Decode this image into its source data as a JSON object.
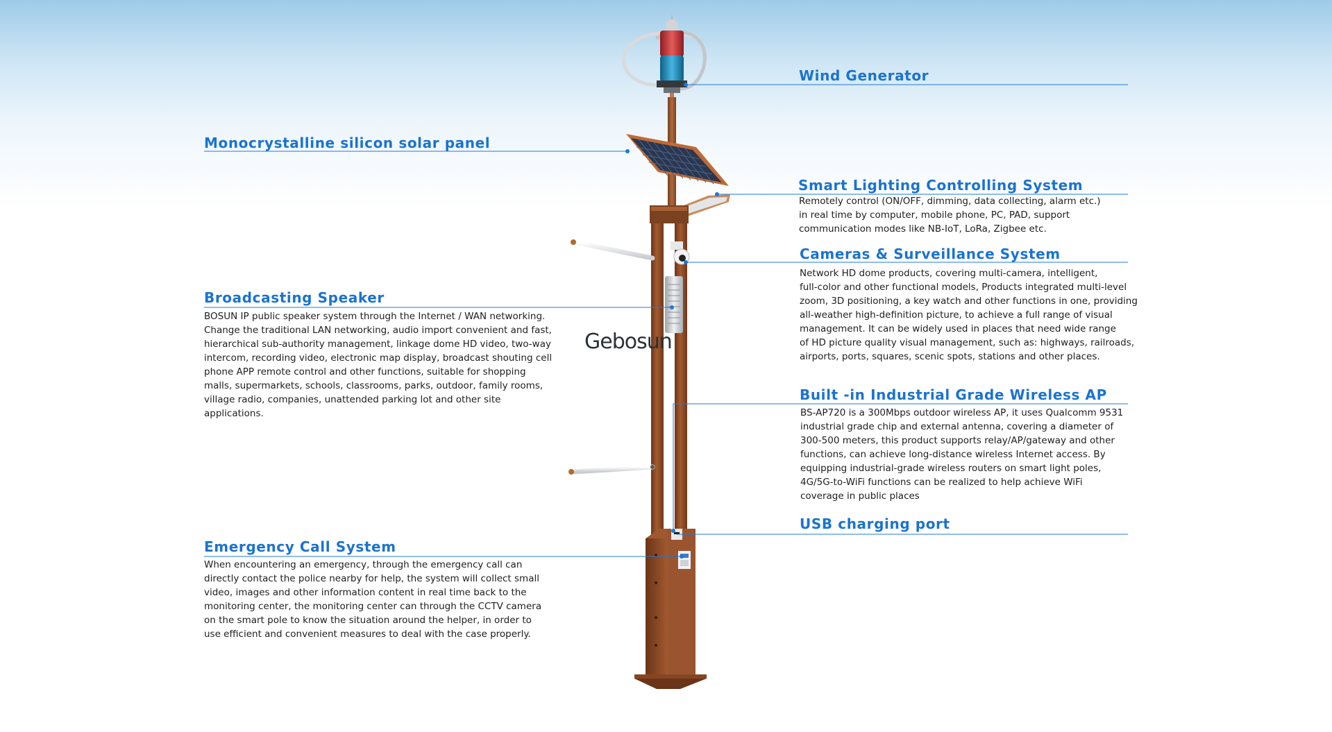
{
  "features": {
    "wind": {
      "title": "Wind Generator"
    },
    "solar": {
      "title": "Monocrystalline silicon solar panel"
    },
    "lighting": {
      "title": "Smart Lighting Controlling System",
      "desc": "Remotely control (ON/OFF, dimming, data collecting, alarm etc.)\nin real time by computer, mobile phone, PC, PAD, support\ncommunication modes like NB-IoT, LoRa, Zigbee etc."
    },
    "cameras": {
      "title": "Cameras & Surveillance System",
      "desc": "Network HD dome products, covering multi-camera, intelligent,\nfull-color and other functional models, Products integrated multi-level\nzoom, 3D positioning, a key watch and other functions in one, providing\n all-weather high-definition picture, to achieve a full range of visual\nmanagement. It can be widely used in places that need wide range\nof HD picture quality visual management, such as: highways, railroads,\nairports, ports, squares, scenic spots, stations and other places."
    },
    "speaker": {
      "title": "Broadcasting Speaker",
      "desc": "BOSUN IP public speaker system through the Internet / WAN networking.\nChange the traditional LAN networking, audio import convenient and fast,\nhierarchical sub-authority management, linkage dome HD video, two-way\nintercom, recording video, electronic map display, broadcast shouting cell\nphone APP remote control and other functions, suitable for shopping\nmalls, supermarkets, schools, classrooms, parks, outdoor, family rooms,\nvillage radio, companies, unattended parking lot and other site\napplications."
    },
    "wireless": {
      "title": "Built -in Industrial Grade Wireless AP",
      "desc": "BS-AP720 is a 300Mbps outdoor wireless AP, it uses Qualcomm 9531\nindustrial grade chip and external antenna, covering a diameter of\n300-500 meters, this product supports relay/AP/gateway and other\nfunctions, can achieve long-distance wireless Internet access. By\nequipping industrial-grade wireless routers on smart light poles,\n4G/5G-to-WiFi functions can be realized to help achieve WiFi\ncoverage in public places"
    },
    "usb": {
      "title": "USB charging port"
    },
    "emergency": {
      "title": "Emergency Call System",
      "desc": "When encountering an emergency, through the emergency call can\ndirectly contact the police nearby for help, the system will collect small\nvideo, images and other information content in real time back to the\nmonitoring center, the monitoring center can through the CCTV camera\non the smart pole to know the situation around the helper, in order to\nuse efficient and convenient measures to deal with the case properly."
    }
  },
  "brand": {
    "logo_text": "Gebosun"
  },
  "colors": {
    "accent_blue": "#1a73d1",
    "pole_brown": "#8a4a26",
    "pole_dark": "#5e2f15",
    "line_blue": "#1f78d6"
  }
}
